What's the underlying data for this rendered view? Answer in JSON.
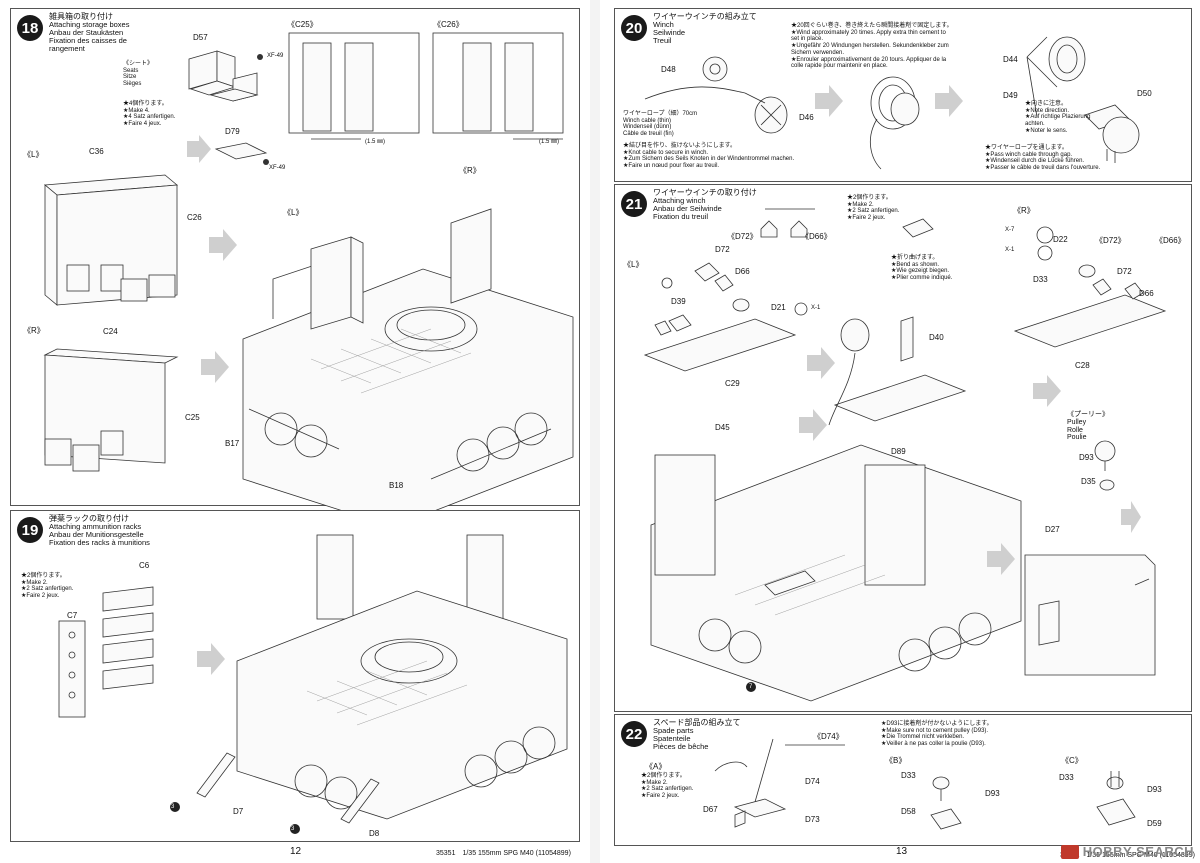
{
  "steps": {
    "s18": {
      "number": "18",
      "title_jp": "雑具箱の取り付け",
      "title_en": "Attaching storage boxes",
      "title_de": "Anbau der Staukästen",
      "title_fr": "Fixation des caisses de rangement",
      "seat_note": [
        "《シート》",
        "Seats",
        "Sitze",
        "Sièges"
      ],
      "make_note": [
        "★4個作ります。",
        "★Make 4.",
        "★4 Satz anfertigen.",
        "★Faire 4 jeux."
      ],
      "labels": {
        "d57": "D57",
        "xf49a": "XF-49",
        "d79": "D79",
        "xf49b": "XF-49",
        "c25tag": "《C25》",
        "c26tag": "《C26》",
        "mm1": "(1.5 ㎜)",
        "mm2": "(1.5 ㎜)",
        "l1": "《L》",
        "c36": "C36",
        "c26": "C26",
        "r1": "《R》",
        "c24": "C24",
        "c25": "C25",
        "l2": "《L》",
        "r2": "《R》",
        "b17": "B17",
        "b18": "B18"
      }
    },
    "s19": {
      "number": "19",
      "title_jp": "弾薬ラックの取り付け",
      "title_en": "Attaching ammunition racks",
      "title_de": "Anbau der Munitionsgestelle",
      "title_fr": "Fixation des racks à munitions",
      "make_note": [
        "★2個作ります。",
        "★Make 2.",
        "★2 Satz anfertigen.",
        "★Faire 2 jeux."
      ],
      "labels": {
        "c6": "C6",
        "c7": "C7",
        "d7": "D7",
        "d8": "D8",
        "n3a": "3",
        "n3b": "3"
      }
    },
    "s20": {
      "number": "20",
      "title_jp": "ワイヤーウインチの組み立て",
      "title_en": "Winch",
      "title_de": "Seilwinde",
      "title_fr": "Treuil",
      "wind_note": [
        "★20回ぐらい巻き、巻き終えたら瞬間接着剤で固定します。",
        "★Wind approximately 20 times. Apply extra thin cement to",
        "set in place.",
        "★Ungefähr 20 Windungen herstellen. Sekundenkleber zum",
        "Sichern verwenden.",
        "★Enrouler approximativement de 20 tours. Appliquer de la",
        "colle rapide pour maintenir en place."
      ],
      "cable_note": [
        "ワイヤーロープ（細）70cm",
        "Winch cable (thin)",
        "Windenseil (dünn)",
        "Câble de treuil (fin)"
      ],
      "knot_note": [
        "★結び目を作り、抜けないようにします。",
        "★Knot cable to secure in winch.",
        "★Zum Sichern des Seils Knoten in der Windentrommel machen.",
        "★Faire un nœud pour fixer au treuil."
      ],
      "pass_note": [
        "★ワイヤーロープを通します。",
        "★Pass winch cable through gap.",
        "★Windenseil durch die Lücke führen.",
        "★Passer le câble de treuil dans l'ouverture."
      ],
      "dir_note": [
        "★向きに注意。",
        "★Note direction.",
        "★Auf richtige Plazierung",
        "achten.",
        "★Noter le sens."
      ],
      "labels": {
        "d48": "D48",
        "d46": "D46",
        "d44": "D44",
        "d49": "D49",
        "d50": "D50"
      }
    },
    "s21": {
      "number": "21",
      "title_jp": "ワイヤーウインチの取り付け",
      "title_en": "Attaching winch",
      "title_de": "Anbau der Seilwinde",
      "title_fr": "Fixation du treuil",
      "make_note": [
        "★2個作ります。",
        "★Make 2.",
        "★2 Satz anfertigen.",
        "★Faire 2 jeux."
      ],
      "bend_note": [
        "★折り曲げます。",
        "★Bend as shown.",
        "★Wie gezeigt biegen.",
        "★Plier comme indiqué."
      ],
      "pulley_note": [
        "《プーリー》",
        "Pulley",
        "Rolle",
        "Poulie"
      ],
      "labels": {
        "d72tag": "《D72》",
        "d66tag": "《D66》",
        "l": "《L》",
        "d72a": "D72",
        "d66a": "D66",
        "d39": "D39",
        "d21": "D21",
        "x1a": "X-1",
        "c29": "C29",
        "d40": "D40",
        "r": "《R》",
        "x7": "X-7",
        "x1b": "X-1",
        "d22": "D22",
        "d72tag2": "《D72》",
        "d66tag2": "《D66》",
        "d33": "D33",
        "d72b": "D72",
        "d66b": "D66",
        "c28": "C28",
        "d45": "D45",
        "d89": "D89",
        "d93": "D93",
        "d35": "D35",
        "d27": "D27",
        "n7": "7"
      }
    },
    "s22": {
      "number": "22",
      "title_jp": "スペード部品の組み立て",
      "title_en": "Spade parts",
      "title_de": "Spatenteile",
      "title_fr": "Pièces de bêche",
      "make_note": [
        "★2個作ります。",
        "★Make 2.",
        "★2 Satz anfertigen.",
        "★Faire 2 jeux."
      ],
      "cement_note": [
        "★D93に接着剤が付かないようにします。",
        "★Make sure not to cement pulley (D93).",
        "★Die Trommel nicht verkleben.",
        "★Veiller à ne pas coller la poulie (D93)."
      ],
      "labels": {
        "d74tag": "《D74》",
        "a": "《A》",
        "d74": "D74",
        "d67": "D67",
        "d73": "D73",
        "b": "《B》",
        "d33a": "D33",
        "d93a": "D93",
        "d58": "D58",
        "c": "《C》",
        "d33b": "D33",
        "d93b": "D93",
        "d59": "D59"
      }
    }
  },
  "footer": {
    "page_left": "12",
    "page_right": "13",
    "left_code": "35351　1/35 155mm SPG M40 (11054899)",
    "right_code": "35351　1/35 155mm SPG M40 (11054899)",
    "watermark": "HOBBY SEARCH"
  }
}
